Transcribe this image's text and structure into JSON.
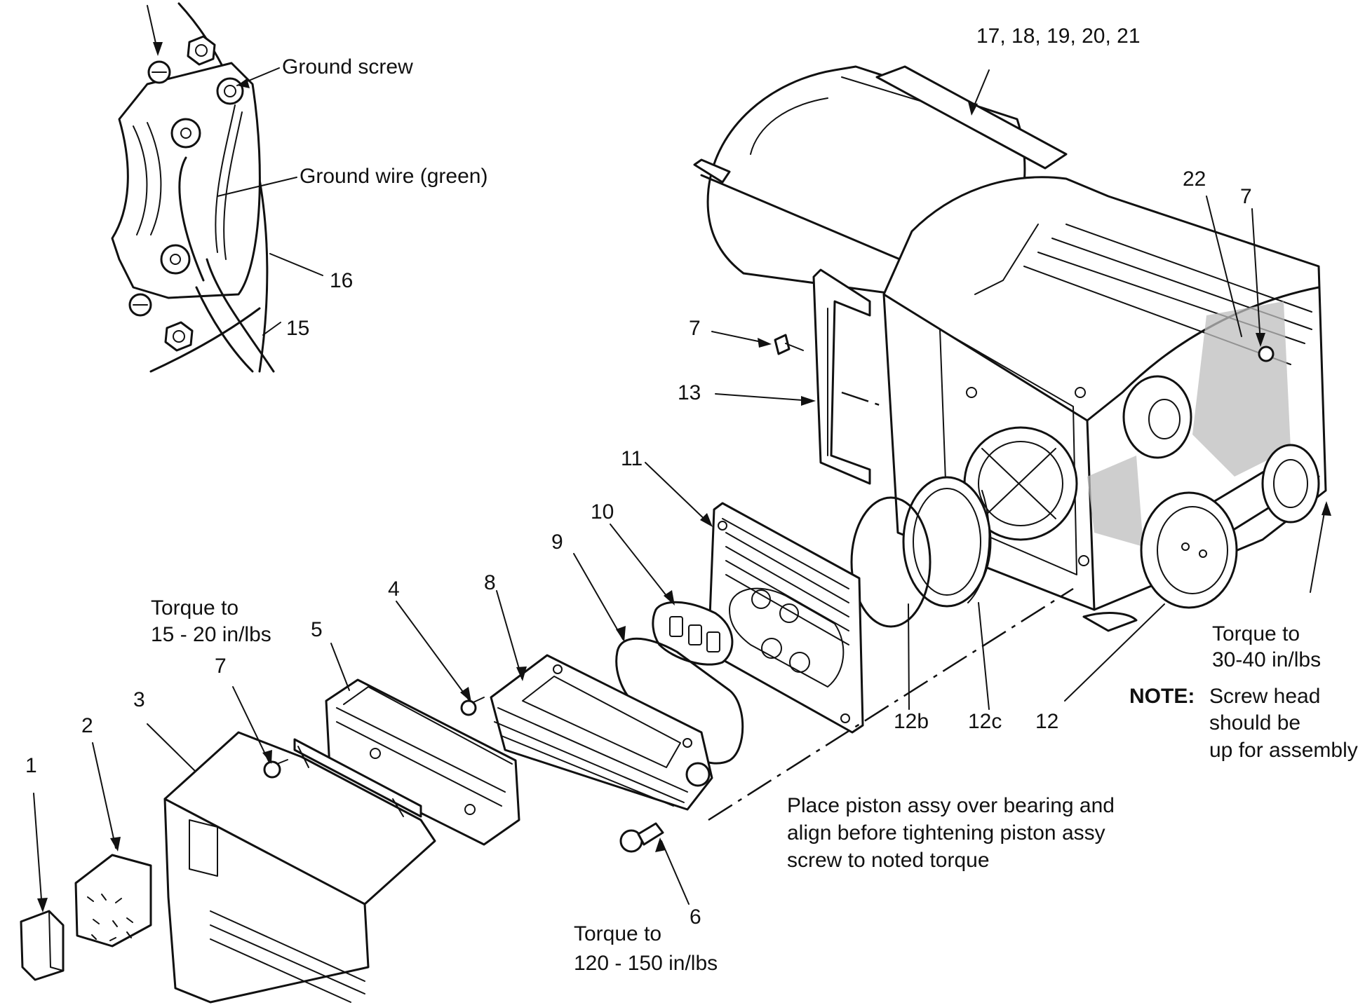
{
  "labels": {
    "ground_screw": "Ground screw",
    "ground_wire": "Ground wire (green)",
    "p16": "16",
    "p15": "15",
    "p17_21": "17, 18, 19, 20, 21",
    "p22": "22",
    "p7_right": "7",
    "p7_mid": "7",
    "p13": "13",
    "p11": "11",
    "p10": "10",
    "p9": "9",
    "p8": "8",
    "p4": "4",
    "p5": "5",
    "p7_left": "7",
    "p3": "3",
    "p2": "2",
    "p1": "1",
    "p6": "6",
    "p12b": "12b",
    "p12c": "12c",
    "p12": "12"
  },
  "notes": {
    "torque_cover_1": "Torque to",
    "torque_cover_2": "15 - 20 in/lbs",
    "torque_head_1": "Torque to",
    "torque_head_2": "120 - 150 in/lbs",
    "torque_piston_1": "Torque to",
    "torque_piston_2": "30-40 in/lbs",
    "note_label": "NOTE:",
    "note_1": "Screw head",
    "note_2": "should be",
    "note_3": "up for assembly",
    "instruction_1": "Place piston assy over bearing and",
    "instruction_2": "align before tightening piston assy",
    "instruction_3": "screw to noted torque"
  },
  "colors": {
    "ink": "#111111",
    "paper": "#ffffff",
    "stipple": "#bdbdbd"
  }
}
